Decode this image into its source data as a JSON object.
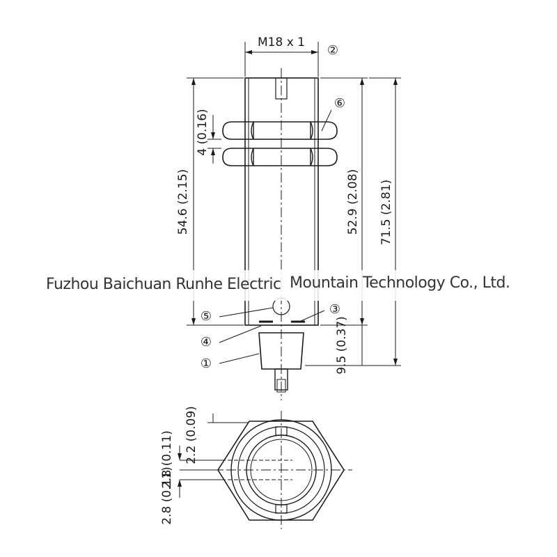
{
  "thread_label": "M18 x 1",
  "callouts": {
    "c1": "①",
    "c2": "②",
    "c3": "③",
    "c4": "④",
    "c5": "⑤",
    "c6": "⑥"
  },
  "dimensions": {
    "overall_left": "54.6 (2.15)",
    "nut_thickness": "4 (0.16)",
    "body_right": "52.9 (2.08)",
    "overall_right": "71.5 (2.81)",
    "connector": "9.5 (0.37)",
    "slot_depth": "2.2 (0.09)",
    "slot_upper": "2.8 (0.11)",
    "slot_lower": "2.8 (0.11)"
  },
  "watermark": {
    "left": "Fuzhou Baichuan Runhe Electric",
    "right": "Mountain Technology Co., Ltd."
  }
}
